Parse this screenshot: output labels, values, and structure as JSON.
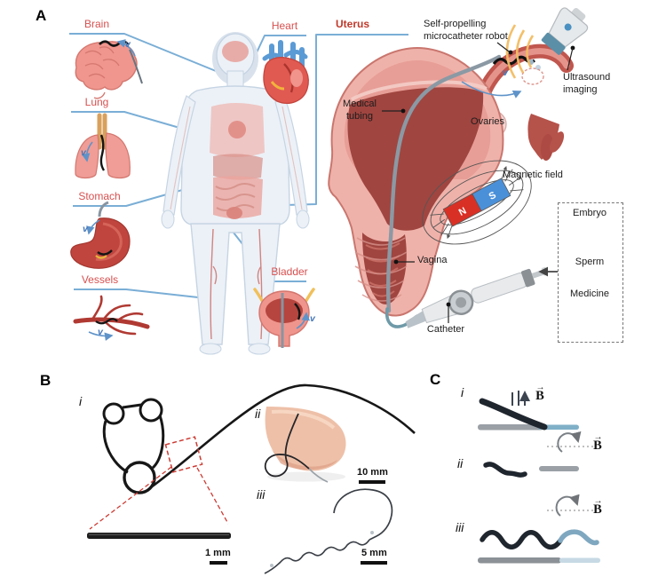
{
  "panel_a": {
    "label": "A",
    "organ_labels": {
      "brain": "Brain",
      "lung": "Lung",
      "stomach": "Stomach",
      "vessels": "Vessels",
      "heart": "Heart",
      "bladder": "Bladder",
      "uterus": "Uterus"
    },
    "annotations": {
      "self_propelling_robot": "Self-propelling\nmicrocatheter robot",
      "ultrasound_imaging": "Ultrasound\nimaging",
      "medical_tubing": "Medical\ntubing",
      "ovaries": "Ovaries",
      "magnetic_field": "Magnetic field",
      "vagina": "Vagina",
      "catheter": "Catheter"
    },
    "magnet": {
      "north_pole": "N",
      "south_pole": "S"
    },
    "payload_box": {
      "embryo": "Embryo",
      "sperm": "Sperm",
      "medicine": "Medicine"
    },
    "velocity_symbol": "v"
  },
  "panel_b": {
    "label": "B",
    "subpanels": {
      "i": "i",
      "ii": "ii",
      "iii": "iii"
    },
    "scale_bars": {
      "i": "1 mm",
      "ii": "10 mm",
      "iii": "5 mm"
    }
  },
  "panel_c": {
    "label": "C",
    "subpanels": {
      "i": "i",
      "ii": "ii",
      "iii": "iii"
    },
    "field_symbol": "B",
    "vector_arrow": "→"
  },
  "colors": {
    "organ_label_red": "#d85050",
    "uterus_label_red": "#c0392b",
    "callout_blue": "#7aaed6",
    "velocity_blue": "#4577b8",
    "magnet_north_red": "#d93025",
    "magnet_south_blue": "#4a90d9",
    "wire_dark": "#20262e",
    "rod_gray": "#9aa0a6",
    "rod_blue": "#7fb0c8",
    "scale_bar_black": "#111111"
  }
}
